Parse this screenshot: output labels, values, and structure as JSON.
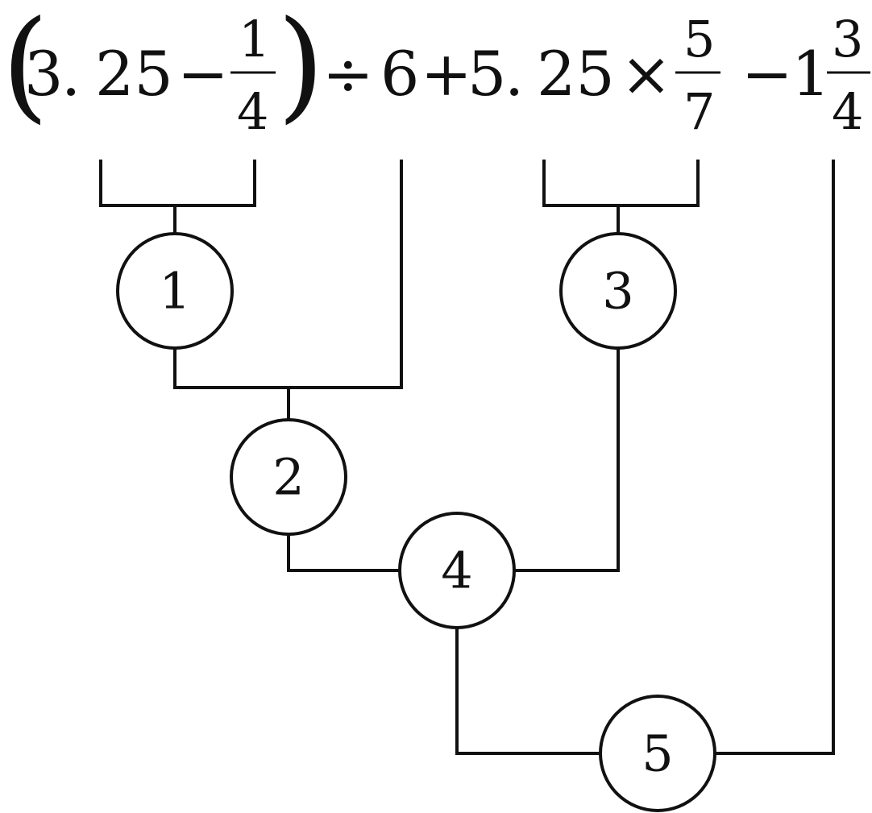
{
  "expression": {
    "open_paren": "(",
    "close_paren": ")",
    "t1": "3",
    "dot1": ".",
    "t2": "25",
    "minus1": "−",
    "f1_num": "1",
    "f1_den": "4",
    "divide": "÷",
    "six": "6",
    "plus": "+",
    "five": "5",
    "dot2": ".",
    "t4": "25",
    "times": "×",
    "f2_num": "5",
    "f2_den": "7",
    "minus2": "−",
    "whole": "1",
    "f3_num": "3",
    "f3_den": "4"
  },
  "nodes": [
    {
      "label": "1"
    },
    {
      "label": "2"
    },
    {
      "label": "3"
    },
    {
      "label": "4"
    },
    {
      "label": "5"
    }
  ]
}
